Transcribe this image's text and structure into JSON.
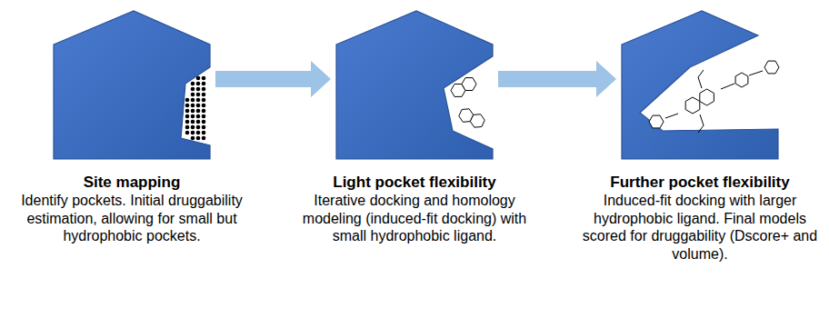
{
  "diagram": {
    "nodes": [
      {
        "text": [
          "Site mapping",
          "Identify pockets. Initial druggability estimation, allowing for small but hydrophobic pockets."
        ]
      },
      {
        "text": [
          "Light pocket flexibility",
          "Iterative docking and homology modeling (induced-fit docking) with small hydrophobic ligand."
        ]
      },
      {
        "text": [
          "Further pocket flexibility",
          "Induced-fit docking with larger hydrophobic ligand. Final models scored for druggability (Dscore+ and volume)."
        ]
      }
    ],
    "edges": [
      {
        "from": 0,
        "to": 1,
        "arrow": "to"
      },
      {
        "from": 1,
        "to": 2,
        "arrow": "to"
      }
    ]
  }
}
